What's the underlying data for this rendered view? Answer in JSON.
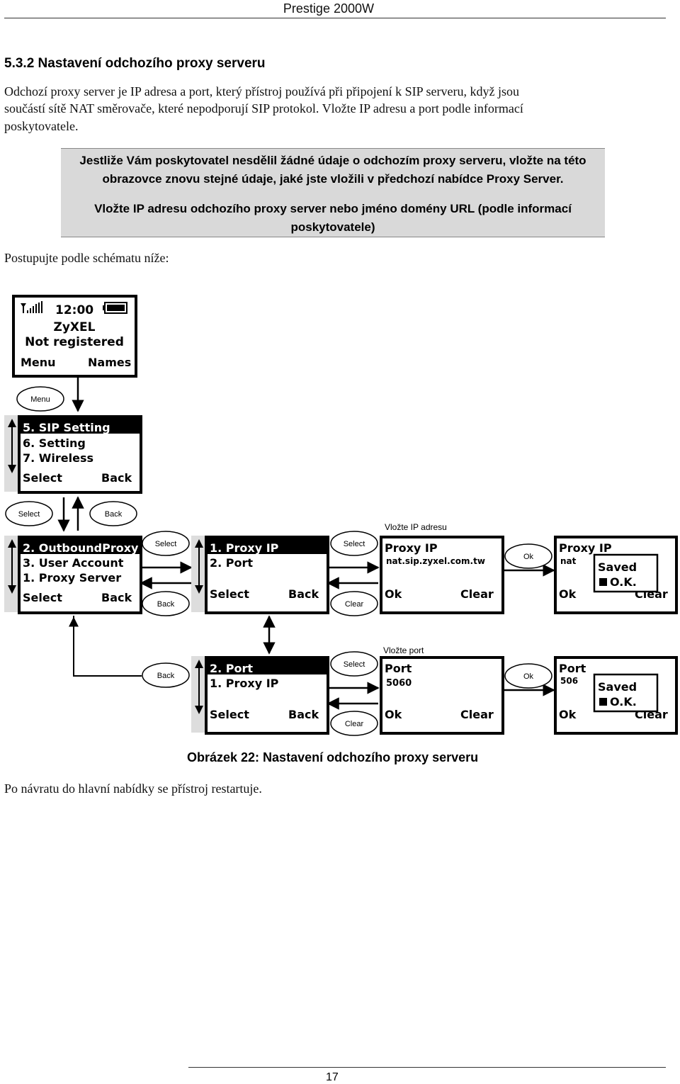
{
  "header": {
    "product": "Prestige 2000W"
  },
  "section": {
    "title": "5.3.2  Nastavení odchozího proxy serveru"
  },
  "paragraph1": [
    "Odchozí proxy server je IP adresa a port, který přístroj používá při připojení k SIP serveru, když jsou",
    "součástí sítě NAT směrovače, které nepodporují SIP protokol. Vložte IP adresu a port podle informací",
    "poskytovatele."
  ],
  "note": {
    "line1": "Jestliže Vám poskytovatel nesdělil žádné údaje o odchozím proxy serveru, vložte na této",
    "line2": "obrazovce znovu stejné údaje, jaké jste vložili v předchozí nabídce Proxy Server.",
    "line3": "Vložte IP adresu odchozího proxy server nebo jméno domény URL (podle informací",
    "line4": "poskytovatele)"
  },
  "intro_line": "Postupujte podle schématu níže:",
  "diagram": {
    "idle_screen": {
      "time": "12:00",
      "line1": "ZyXEL",
      "line2": "Not registered",
      "soft_left": "Menu",
      "soft_right": "Names"
    },
    "menu_button": "Menu",
    "main_menu": {
      "items": [
        "5. SIP Setting",
        "6. Setting",
        "7. Wireless"
      ],
      "soft_left": "Select",
      "soft_right": "Back"
    },
    "select_button": "Select",
    "back_button": "Back",
    "sip_menu": {
      "items": [
        "2. OutboundProxy",
        "3. User Account",
        "1. Proxy Server"
      ],
      "soft_left": "Select",
      "soft_right": "Back"
    },
    "select_btn2": "Select",
    "back_btn2": "Back",
    "proxy_menu": {
      "items": [
        "1. Proxy IP",
        "2. Port"
      ],
      "soft_left": "Select",
      "soft_right": "Back"
    },
    "select_btn3": "Select",
    "clear_btn3": "Clear",
    "ip_label": "Vložte IP adresu",
    "ip_screen": {
      "title": "Proxy IP",
      "value": "nat.sip.zyxel.com.tw",
      "soft_left": "Ok",
      "soft_right": "Clear"
    },
    "ok_btn1": "Ok",
    "ip_saved": {
      "title": "Proxy IP",
      "value": "nat",
      "saved": "Saved",
      "ok": "O.K.",
      "soft_left": "Ok",
      "soft_right": "Clear"
    },
    "back_btn4": "Back",
    "port_menu": {
      "items": [
        "2. Port",
        "1. Proxy IP"
      ],
      "soft_left": "Select",
      "soft_right": "Back"
    },
    "select_btn4": "Select",
    "clear_btn4": "Clear",
    "port_label": "Vložte port",
    "port_screen": {
      "title": "Port",
      "value": "5060",
      "soft_left": "Ok",
      "soft_right": "Clear"
    },
    "ok_btn2": "Ok",
    "port_saved": {
      "title": "Port",
      "value": "506",
      "saved": "Saved",
      "ok": "O.K.",
      "soft_left": "Ok",
      "soft_right": "Clear"
    }
  },
  "caption": "Obrázek 22: Nastavení odchozího proxy serveru",
  "closing": "Po návratu do hlavní nabídky se přístroj restartuje.",
  "page_number": "17"
}
